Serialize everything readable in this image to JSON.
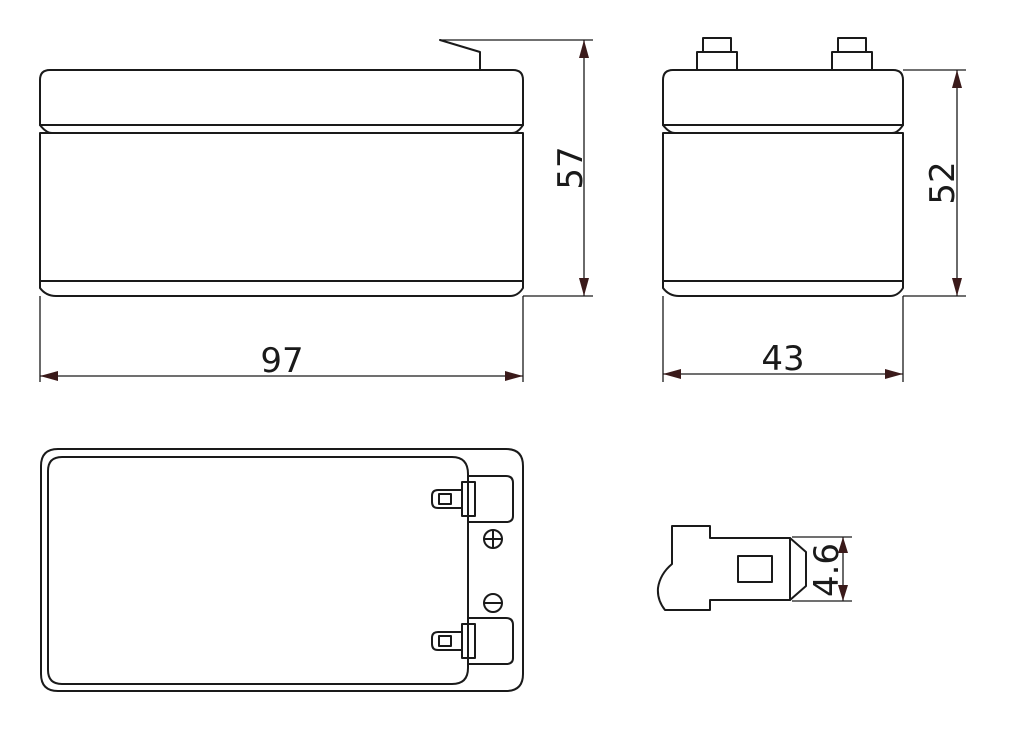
{
  "dimensions": {
    "length": "97",
    "height": "57",
    "width": "43",
    "height_without_terminal": "52",
    "terminal_width": "4.6"
  },
  "polarity": {
    "positive_symbol": "plus-circle-icon",
    "negative_symbol": "minus-circle-icon"
  },
  "colors": {
    "line": "#1a1a1a",
    "arrow": "#3a1a1a",
    "background": "#ffffff"
  }
}
